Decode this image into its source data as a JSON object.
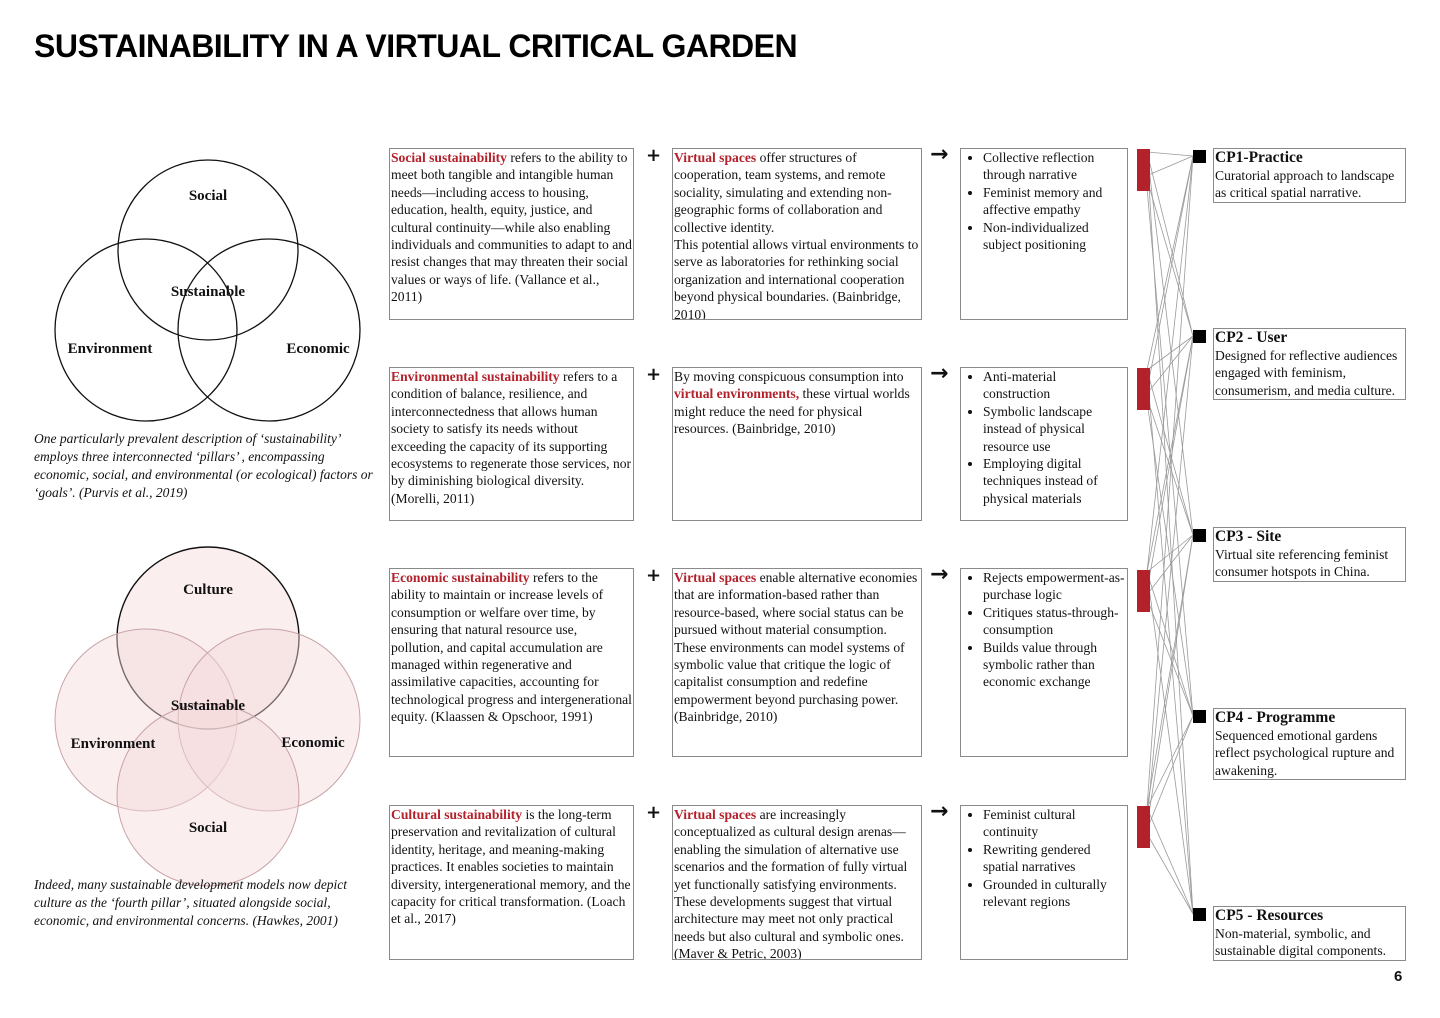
{
  "title": "SUSTAINABILITY IN A VIRTUAL CRITICAL GARDEN",
  "page_number": "6",
  "venn_top": {
    "labels": {
      "top": "Social",
      "left": "Environment",
      "right": "Economic",
      "center": "Sustainable"
    },
    "caption": "One particularly prevalent description of ‘sustainability’ employs three interconnected ‘pillars’ , encompassing economic, social, and environmental (or ecological) factors or ‘goals’. (Purvis et al., 2019)"
  },
  "venn_bottom": {
    "labels": {
      "top": "Culture",
      "left": "Environment",
      "right": "Economic",
      "bottom": "Social",
      "center": "Sustainable"
    },
    "fill_color": "#f3d9dc",
    "caption": "Indeed, many sustainable development models now depict culture as the ‘fourth pillar’, situated alongside social, economic, and environmental concerns. (Hawkes, 2001)"
  },
  "accent_color": "#b3212b",
  "plus_symbol": "+",
  "arrow_symbol": "→",
  "rows": [
    {
      "definition": {
        "term": "Social sustainability",
        "body": " refers to the ability to meet both tangible and intangible human needs—including access to housing, education, health, equity, justice, and cultural continuity—while also enabling individuals and communities to adapt to and resist changes that may threaten their social values or ways of life. (Vallance et al., 2011)"
      },
      "virtual": {
        "lead": "",
        "term": "Virtual spaces",
        "body": " offer structures of cooperation, team systems, and remote sociality, simulating and extending non-geographic forms of collaboration and collective identity.",
        "body2": "This potential allows virtual environments to serve as laboratories for rethinking social organization and international cooperation beyond physical boundaries. (Bainbridge, 2010)"
      },
      "outcomes": [
        "Collective reflection through narrative",
        "Feminist memory and affective empathy",
        "Non-individualized subject positioning"
      ]
    },
    {
      "definition": {
        "term": "Environmental sustainability",
        "body": " refers to a condition of balance, resilience, and interconnectedness that allows human society to satisfy its needs without exceeding the capacity of its supporting ecosystems to regenerate those services, nor by diminishing biological diversity. (Morelli, 2011)"
      },
      "virtual": {
        "lead": "By moving conspicuous consumption into ",
        "term": "virtual environments,",
        "body": " these virtual worlds might reduce the need for physical resources. (Bainbridge, 2010)",
        "body2": ""
      },
      "outcomes": [
        "Anti-material construction",
        "Symbolic landscape instead of physical resource use",
        "Employing digital techniques instead of physical materials"
      ]
    },
    {
      "definition": {
        "term": "Economic sustainability",
        "body": " refers to the ability to maintain or increase levels of consumption or welfare over time, by ensuring that natural resource use, pollution, and capital accumulation are managed within regenerative and assimilative capacities, accounting for technological progress and intergenerational equity. (Klaassen & Opschoor, 1991)"
      },
      "virtual": {
        "lead": "",
        "term": "Virtual spaces",
        "body": " enable alternative economies that are information-based rather than resource-based, where social status can be pursued without material consumption.",
        "body2": "These environments can model systems of symbolic value that critique the logic of capitalist consumption and redefine empowerment beyond purchasing power. (Bainbridge, 2010)"
      },
      "outcomes": [
        " Rejects empowerment-as-purchase logic",
        "Critiques status-through-consumption",
        "Builds value through symbolic rather than economic exchange"
      ]
    },
    {
      "definition": {
        "term": "Cultural sustainability",
        "body": " is the long-term preservation and revitalization of cultural identity, heritage, and meaning-making practices. It enables societies to maintain diversity, intergenerational memory, and the capacity for critical transformation. (Loach et al., 2017)"
      },
      "virtual": {
        "lead": "",
        "term": "Virtual spaces",
        "body": " are increasingly conceptualized as cultural design arenas—enabling the simulation of alternative use scenarios and the formation of fully virtual yet functionally satisfying environments. These developments suggest that virtual architecture may meet not only practical needs but also cultural and symbolic ones. (Maver & Petric, 2003)",
        "body2": ""
      },
      "outcomes": [
        "Feminist cultural continuity",
        "Rewriting gendered spatial narratives",
        "Grounded in culturally relevant regions"
      ]
    }
  ],
  "cps": [
    {
      "title": "CP1-Practice",
      "desc": "Curatorial approach to landscape as critical spatial narrative."
    },
    {
      "title": "CP2 - User",
      "desc": "Designed for reflective audiences engaged with feminism, consumerism, and media culture."
    },
    {
      "title": "CP3 - Site",
      "desc": "Virtual site referencing feminist consumer hotspots in China."
    },
    {
      "title": "CP4 - Programme",
      "desc": "Sequenced emotional gardens reflect psychological rupture and awakening."
    },
    {
      "title": "CP5 - Resources",
      "desc": "Non-material, symbolic, and sustainable digital components."
    }
  ]
}
